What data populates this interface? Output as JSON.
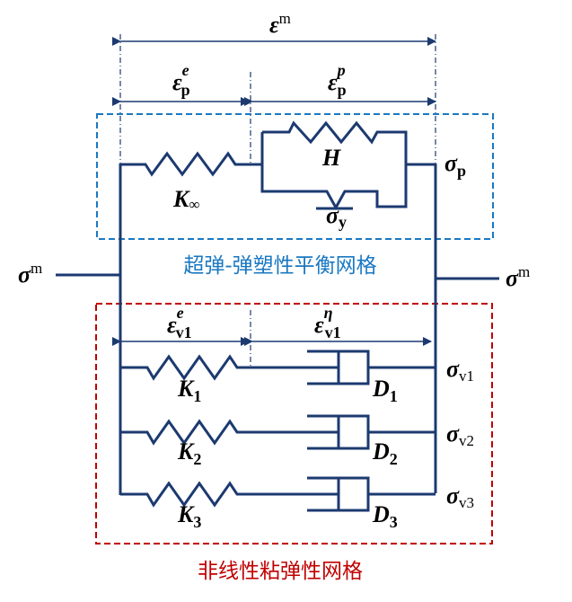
{
  "title_hyper": "超弹-弹塑性平衡网格",
  "title_visco": "非线性粘弹性网格",
  "colors": {
    "line": "#1c3a70",
    "hyper_box": "#1a78c2",
    "visco_box": "#c00000"
  },
  "labels": {
    "eps": "ε",
    "sigma": "σ",
    "m": "m",
    "eps_pe_sub": "p",
    "eps_pe_sup": "e",
    "eps_pp_sub": "p",
    "eps_pp_sup": "p",
    "eps_v1e_sub": "v1",
    "eps_v1e_sup": "e",
    "eps_v1eta_sub": "v1",
    "eps_v1eta_sup": "η",
    "K": "K",
    "K_inf": "∞",
    "H": "H",
    "sigma_y_sub": "y",
    "sigma_p_sub": "p",
    "D": "D"
  },
  "branches": [
    {
      "k_sub": "1",
      "d_sub": "1",
      "sigma_sub": "v1"
    },
    {
      "k_sub": "2",
      "d_sub": "2",
      "sigma_sub": "v2"
    },
    {
      "k_sub": "3",
      "d_sub": "3",
      "sigma_sub": "v3"
    }
  ]
}
